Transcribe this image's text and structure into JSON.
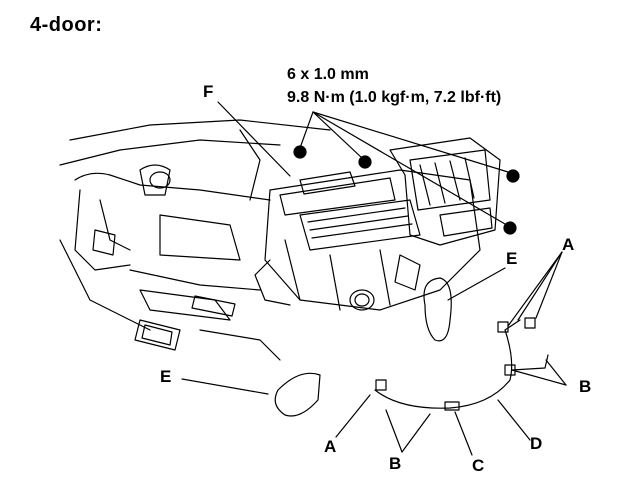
{
  "title": "4-door:",
  "spec": {
    "bolt_size": "6 x 1.0 mm",
    "torque": "9.8 N·m (1.0 kgf·m, 7.2 lbf·ft)"
  },
  "callouts": {
    "A_top": "A",
    "A_bottom": "A",
    "B_right": "B",
    "B_bottom": "B",
    "C": "C",
    "D": "D",
    "E_right": "E",
    "E_left": "E",
    "F": "F"
  },
  "colors": {
    "ink": "#000000",
    "paper": "#ffffff"
  }
}
